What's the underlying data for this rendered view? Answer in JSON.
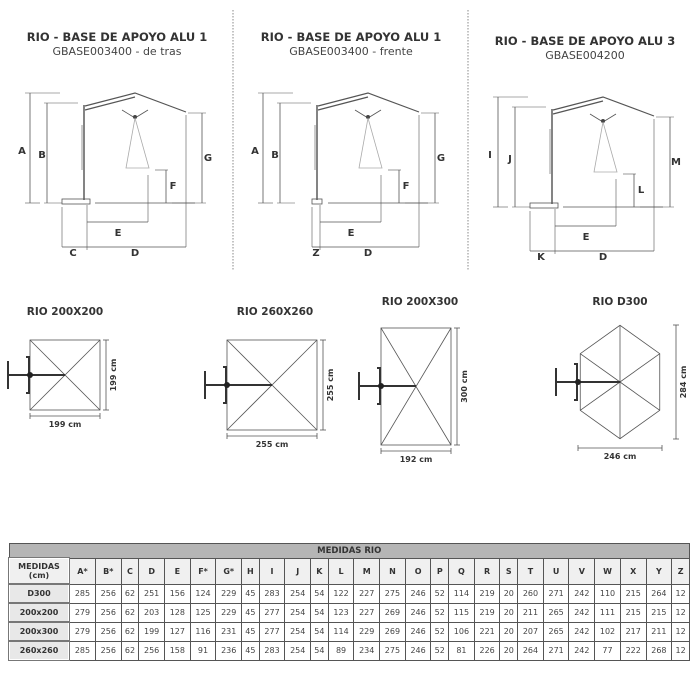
{
  "side_views": [
    {
      "title": "RIO - BASE DE APOYO ALU 1",
      "subtitle": "GBASE003400 - de tras",
      "labels": {
        "outer": "A",
        "inner": "B",
        "right": "G",
        "drop": "F",
        "reach": "E",
        "total": "D",
        "base": "C"
      }
    },
    {
      "title": "RIO - BASE DE APOYO ALU 1",
      "subtitle": "GBASE003400 - frente",
      "labels": {
        "outer": "A",
        "inner": "B",
        "right": "G",
        "drop": "F",
        "reach": "E",
        "total": "D",
        "base": "Z"
      }
    },
    {
      "title": "RIO - BASE DE APOYO ALU 3",
      "subtitle": "GBASE004200",
      "labels": {
        "outer": "I",
        "inner": "J",
        "right": "M",
        "drop": "L",
        "reach": "E",
        "total": "D",
        "base": "K"
      }
    }
  ],
  "top_views": [
    {
      "title": "RIO 200X200",
      "width": "199 cm",
      "height": "199 cm"
    },
    {
      "title": "RIO 260X260",
      "width": "255 cm",
      "height": "255 cm"
    },
    {
      "title": "RIO 200X300",
      "width": "192 cm",
      "height": "300 cm"
    },
    {
      "title": "RIO D300",
      "width": "246 cm",
      "height": "284 cm"
    }
  ],
  "table": {
    "title": "MEDIDAS RIO",
    "corner": "MEDIDAS (cm)",
    "columns": [
      "A*",
      "B*",
      "C",
      "D",
      "E",
      "F*",
      "G*",
      "H",
      "I",
      "J",
      "K",
      "L",
      "M",
      "N",
      "O",
      "P",
      "Q",
      "R",
      "S",
      "T",
      "U",
      "V",
      "W",
      "X",
      "Y",
      "Z"
    ],
    "rows": [
      {
        "name": "D300",
        "values": [
          "285",
          "256",
          "62",
          "251",
          "156",
          "124",
          "229",
          "45",
          "283",
          "254",
          "54",
          "122",
          "227",
          "275",
          "246",
          "52",
          "114",
          "219",
          "20",
          "260",
          "271",
          "242",
          "110",
          "215",
          "264",
          "12"
        ]
      },
      {
        "name": "200x200",
        "values": [
          "279",
          "256",
          "62",
          "203",
          "128",
          "125",
          "229",
          "45",
          "277",
          "254",
          "54",
          "123",
          "227",
          "269",
          "246",
          "52",
          "115",
          "219",
          "20",
          "211",
          "265",
          "242",
          "111",
          "215",
          "215",
          "12"
        ]
      },
      {
        "name": "200x300",
        "values": [
          "279",
          "256",
          "62",
          "199",
          "127",
          "116",
          "231",
          "45",
          "277",
          "254",
          "54",
          "114",
          "229",
          "269",
          "246",
          "52",
          "106",
          "221",
          "20",
          "207",
          "265",
          "242",
          "102",
          "217",
          "211",
          "12"
        ]
      },
      {
        "name": "260x260",
        "values": [
          "285",
          "256",
          "62",
          "256",
          "158",
          "91",
          "236",
          "45",
          "283",
          "254",
          "54",
          "89",
          "234",
          "275",
          "246",
          "52",
          "81",
          "226",
          "20",
          "264",
          "271",
          "242",
          "77",
          "222",
          "268",
          "12"
        ]
      }
    ]
  },
  "colors": {
    "line": "#555555",
    "header": "#b5b5b5",
    "divider": "#888888"
  }
}
